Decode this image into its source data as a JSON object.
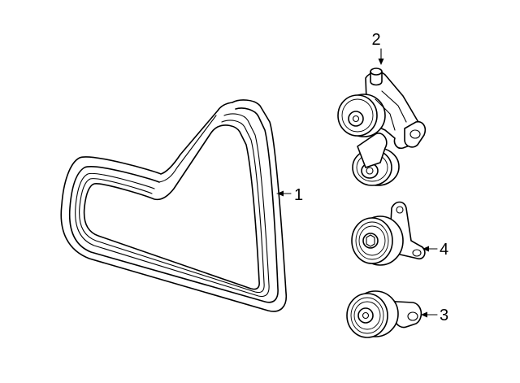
{
  "callouts": {
    "belt": "1",
    "tensioner": "2",
    "idler_pulley_lower": "3",
    "idler_pulley_upper": "4"
  }
}
